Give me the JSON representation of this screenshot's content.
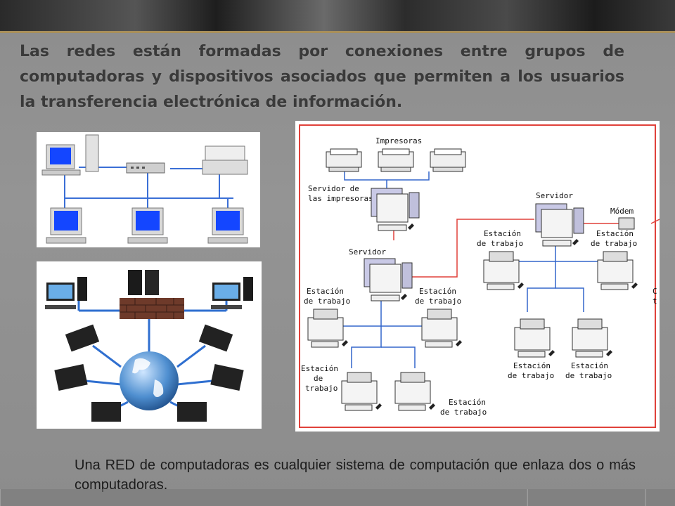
{
  "slide": {
    "heading": "Las redes están formadas por conexiones entre grupos de computadoras y dispositivos asociados que permiten a los usuarios la transferencia electrónica de información.",
    "caption": "Una RED de computadoras es cualquier sistema de computación que enlaza dos o más computadoras."
  },
  "diagram": {
    "printers_label": "Impresoras",
    "print_server_label_1": "Servidor de",
    "print_server_label_2": "las impresoras",
    "server_left_label": "Servidor",
    "server_right_label": "Servidor",
    "modem_label": "Módem",
    "ws_label_1": "Estación",
    "ws_label_2": "de trabajo",
    "ws_label_de": "de",
    "ws_label_trabajo": "trabajo",
    "edge_label_1": "C",
    "edge_label_2": "t"
  },
  "colors": {
    "network_blue": "#3366cc",
    "link_red": "#e0413a",
    "screen_blue": "#1446ff"
  }
}
